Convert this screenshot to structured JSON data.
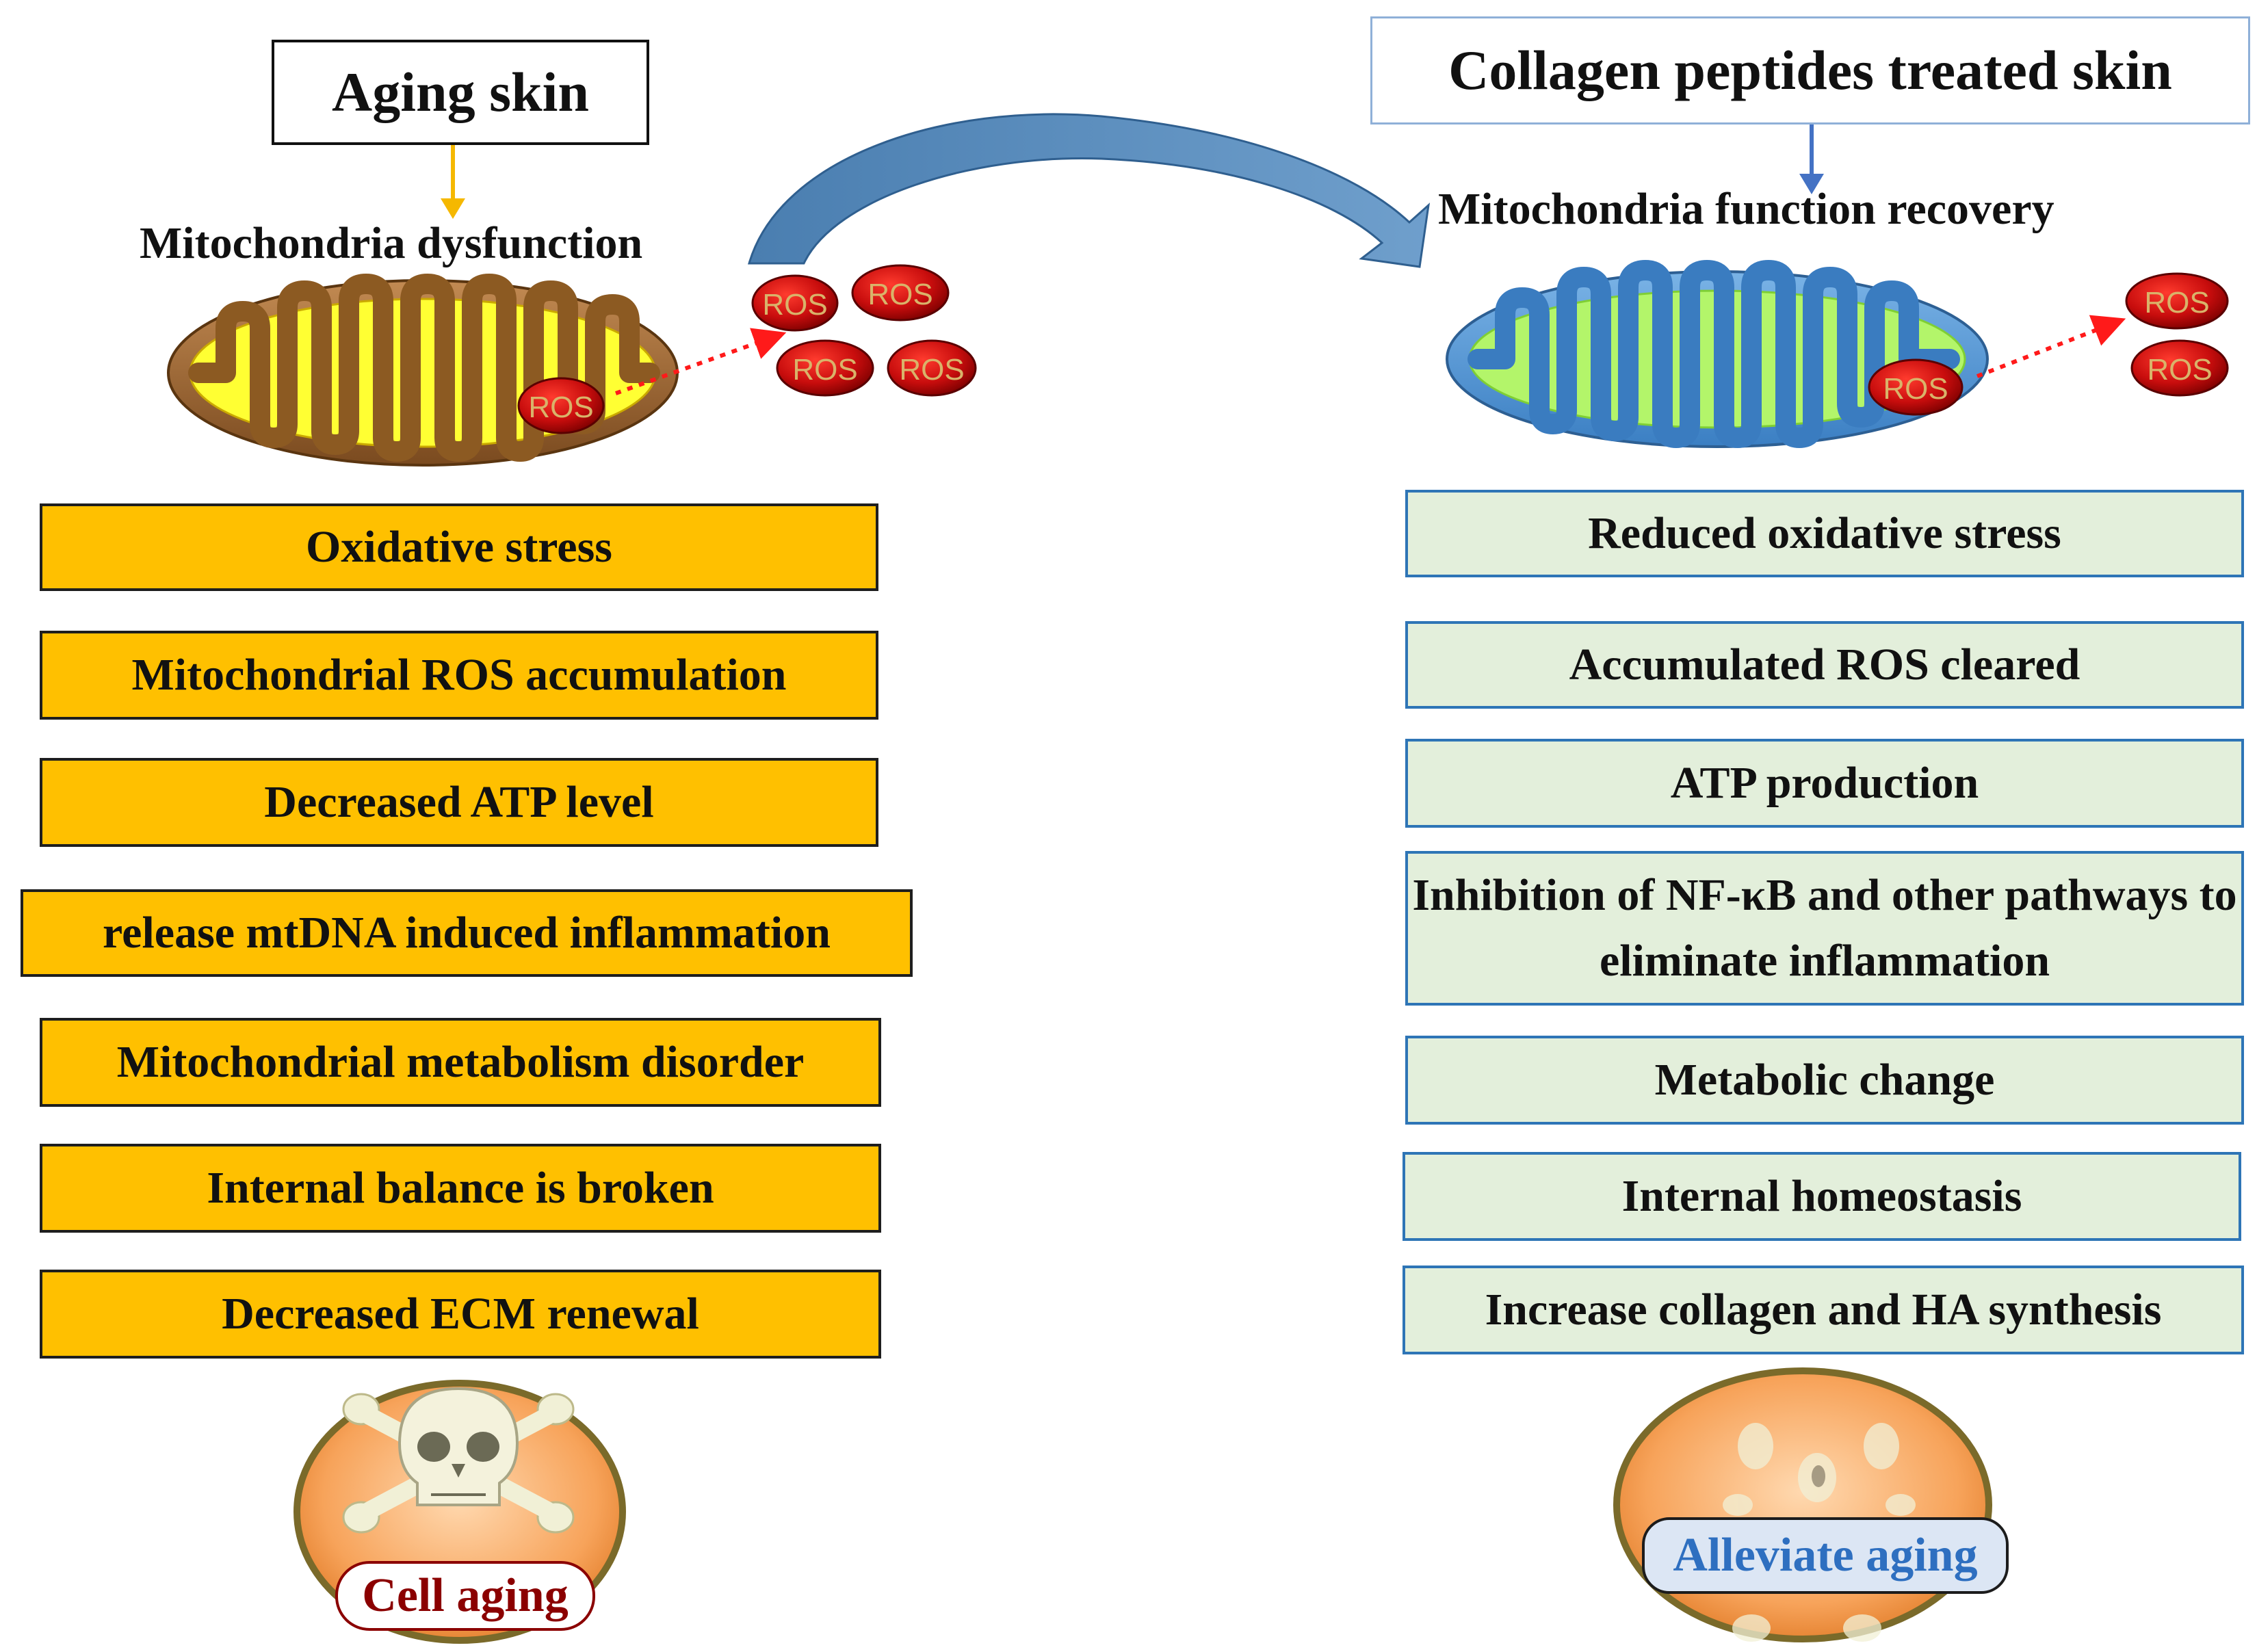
{
  "left": {
    "title": "Aging skin",
    "subtitle": "Mitochondria dysfunction",
    "ros_label": "ROS",
    "effects": [
      "Oxidative stress",
      "Mitochondrial ROS accumulation",
      "Decreased ATP level",
      "release mtDNA induced inflammation",
      "Mitochondrial metabolism disorder",
      "Internal balance is broken",
      "Decreased ECM renewal"
    ],
    "outcome": "Cell aging",
    "outcome_icon": "skull-icon"
  },
  "right": {
    "title": "Collagen peptides treated skin",
    "subtitle": "Mitochondria function recovery",
    "ros_label": "ROS",
    "effects": [
      "Reduced oxidative stress",
      "Accumulated ROS cleared",
      "ATP production",
      "Inhibition of NF-κB and other pathways to eliminate inflammation",
      "Metabolic change",
      "Internal homeostasis",
      "Increase collagen and HA synthesis"
    ],
    "outcome": "Alleviate aging",
    "outcome_icon": "faded-skull-icon"
  },
  "colors": {
    "left_box_fill": "#ffc000",
    "right_box_fill": "#e3efdb",
    "right_box_border": "#2e75b6",
    "arrow_blue": "#3d6f9e",
    "ros_red": "#c00000",
    "left_arrow": "#f5b800",
    "right_arrow": "#4472c4"
  }
}
